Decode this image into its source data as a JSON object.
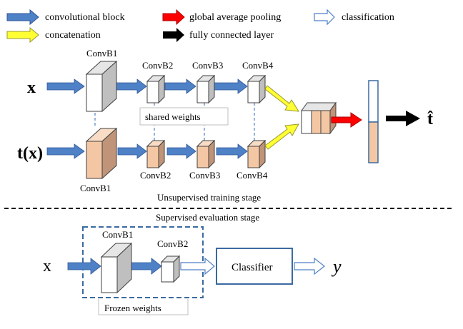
{
  "legend": {
    "conv_block": "convolutional block",
    "concat": "concatenation",
    "gap": "global average pooling",
    "fc": "fully connected layer",
    "cls": "classification"
  },
  "colors": {
    "conv_arrow": "#4f81c7",
    "concat_arrow": "#ffff33",
    "gap_arrow": "#ff0000",
    "fc_arrow": "#000000",
    "block_white": "#ffffff",
    "block_peach": "#f4c7a4",
    "frame_blue": "#3b6aa0"
  },
  "top": {
    "input_x": "x",
    "input_tx": "t(x)",
    "output": "t̂",
    "top_blocks": [
      "ConvB1",
      "ConvB2",
      "ConvB3",
      "ConvB4"
    ],
    "bottom_blocks": [
      "ConvB1",
      "ConvB2",
      "ConvB3",
      "ConvB4"
    ],
    "shared": "shared weights",
    "stage": "Unsupervised training stage"
  },
  "bottom": {
    "stage": "Supervised evaluation stage",
    "input": "x",
    "blocks": [
      "ConvB1",
      "ConvB2"
    ],
    "classifier": "Classifier",
    "output": "y",
    "frozen": "Frozen weights"
  }
}
